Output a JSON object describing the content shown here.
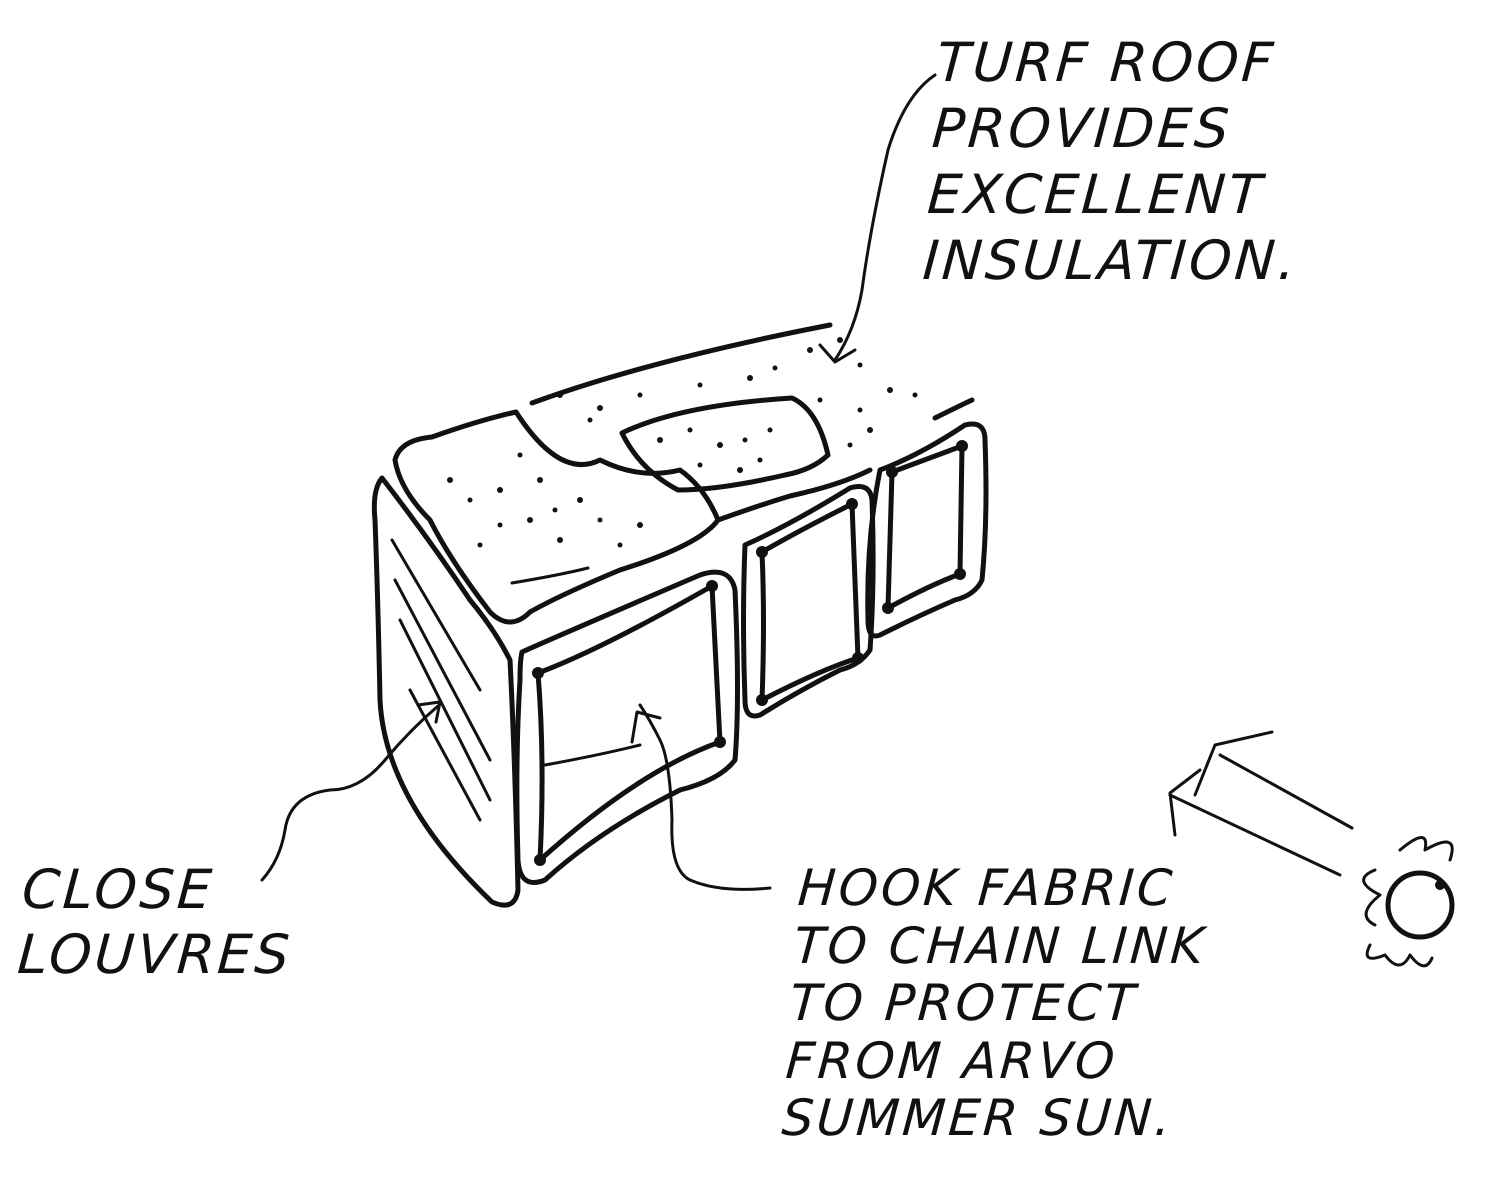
{
  "annotations": {
    "turf_roof": {
      "lines": [
        "TURF ROOF",
        "PROVIDES",
        "EXCELLENT",
        "INSULATION."
      ]
    },
    "close_louvres": {
      "lines": [
        "CLOSE",
        "LOUVRES"
      ]
    },
    "hook_fabric": {
      "lines": [
        "HOOK FABRIC",
        "TO CHAIN LINK",
        "TO PROTECT",
        "FROM ARVO",
        "SUMMER SUN."
      ]
    }
  },
  "colors": {
    "ink": "#111111",
    "paper": "#ffffff"
  },
  "icons": [
    "sun-icon",
    "arrow-icon"
  ]
}
